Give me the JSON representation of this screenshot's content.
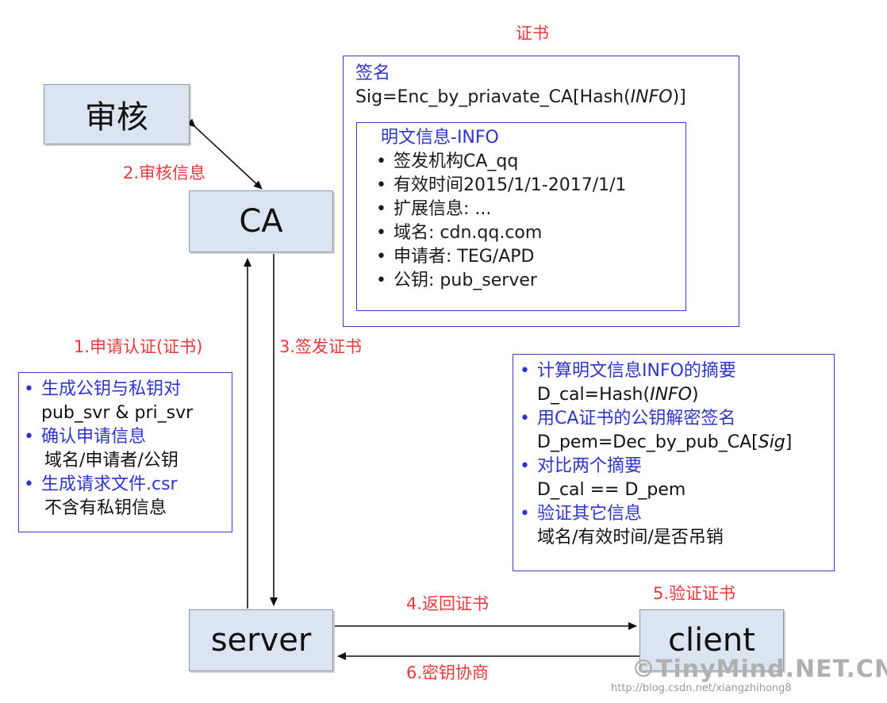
{
  "nodes": {
    "audit": "审核",
    "ca": "CA",
    "server": "server",
    "client": "client"
  },
  "steps": {
    "step1": "1.申请认证(证书)",
    "step2": "2.审核信息",
    "step3": "3.签发证书",
    "step4": "4.返回证书",
    "step5": "5.验证证书",
    "step6": "6.密钥协商"
  },
  "certificate": {
    "title": "证书",
    "signature_heading": "签名",
    "signature_formula_prefix": "Sig=Enc_by_priavate_CA[Hash(",
    "signature_formula_italic": "INFO",
    "signature_formula_suffix": ")]",
    "info_heading": "明文信息-INFO",
    "info_items": [
      "签发机构CA_qq",
      "有效时间2015/1/1-2017/1/1",
      "扩展信息: ...",
      "域名: cdn.qq.com",
      "申请者: TEG/APD",
      "公钥: pub_server"
    ]
  },
  "server_steps": {
    "items": [
      {
        "title": "生成公钥与私钥对",
        "detail": "pub_svr & pri_svr"
      },
      {
        "title": "确认申请信息",
        "detail": "域名/申请者/公钥"
      },
      {
        "title": "生成请求文件.csr",
        "detail": "不含有私钥信息"
      }
    ]
  },
  "client_steps": {
    "item1_title": "计算明文信息INFO的摘要",
    "item1_detail_prefix": "D_cal=Hash(",
    "item1_detail_italic": "INFO",
    "item1_detail_suffix": ")",
    "item2_title": "用CA证书的公钥解密签名",
    "item2_detail_prefix": "D_pem=Dec_by_pub_CA[",
    "item2_detail_italic": "Sig",
    "item2_detail_suffix": "]",
    "item3_title": "对比两个摘要",
    "item3_detail": "D_cal == D_pem",
    "item4_title": "验证其它信息",
    "item4_detail": "域名/有效时间/是否吊销"
  },
  "watermark": {
    "logo": "©TinyMind.NET.CN",
    "url": "http://blog.csdn.net/xiangzhihong8"
  },
  "colors": {
    "step_label": "#e8383d",
    "panel_border": "#3a3fc4",
    "bullet_text": "#2e35c8",
    "node_fill": "#dbe4f1"
  }
}
